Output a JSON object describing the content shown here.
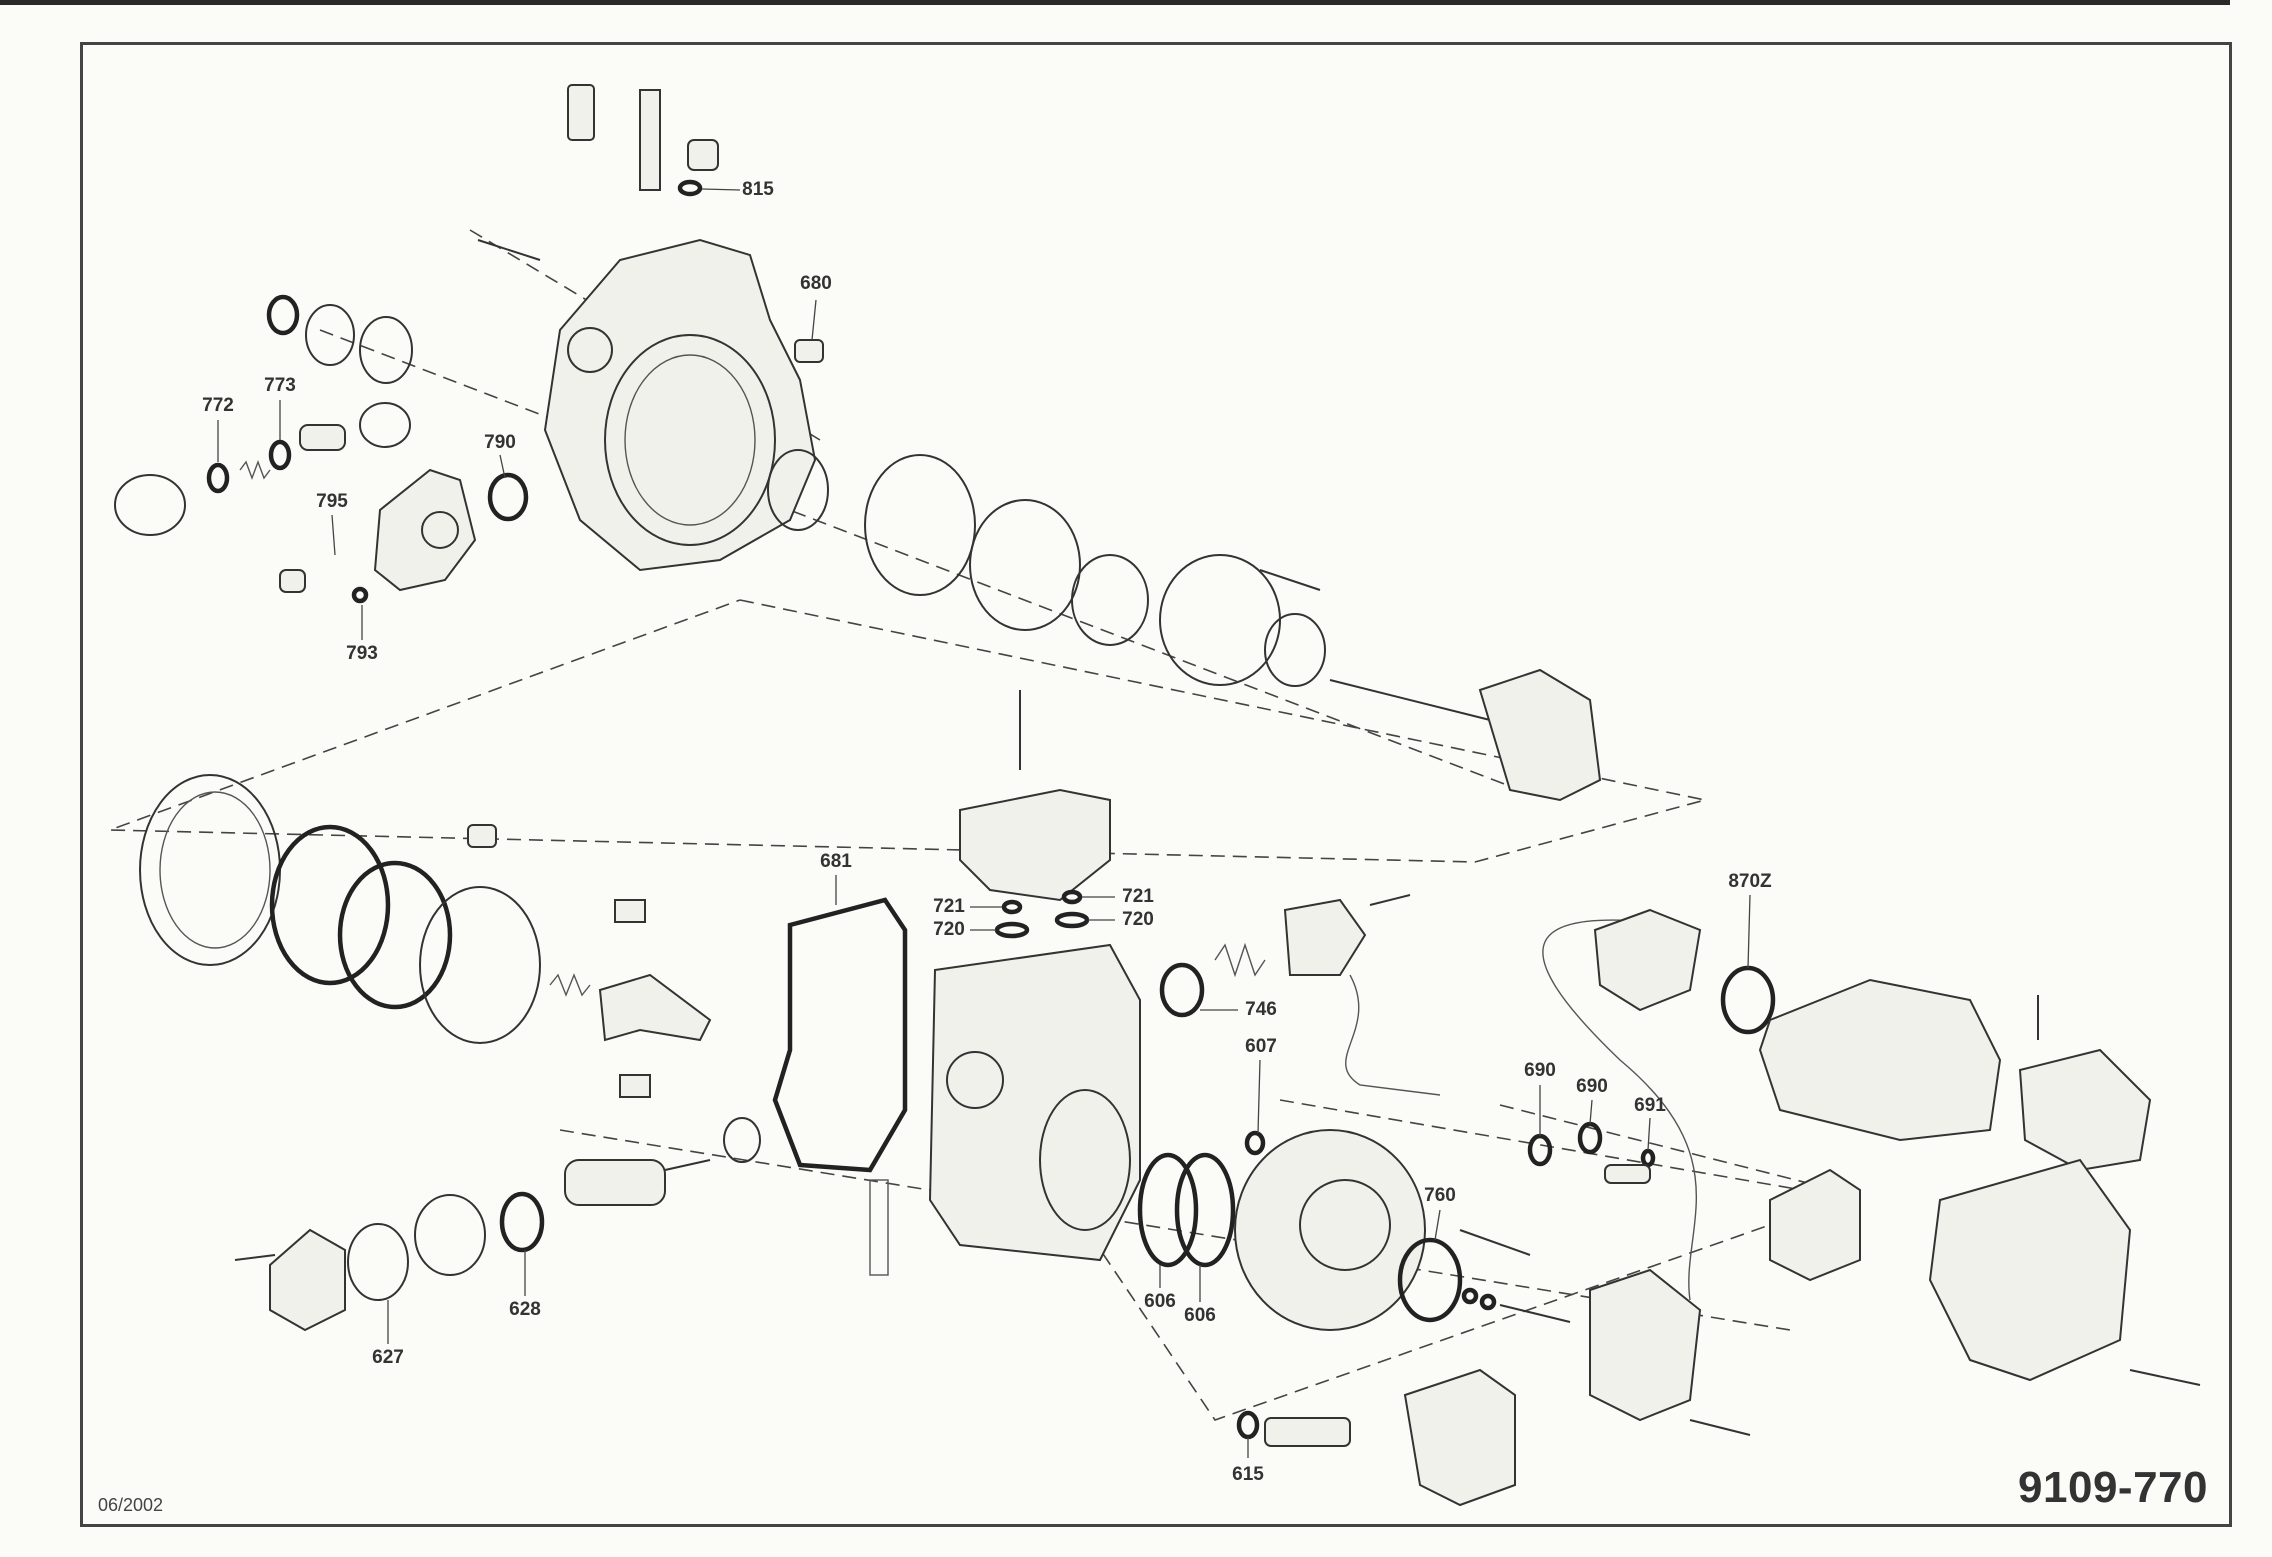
{
  "part_labels": [
    "815",
    "680",
    "772",
    "773",
    "790",
    "795",
    "793",
    "681",
    "721",
    "720",
    "746",
    "607",
    "870Z",
    "690",
    "691",
    "760",
    "628",
    "627",
    "606",
    "615"
  ],
  "date": "06/2002",
  "doc_number": "9109-770"
}
